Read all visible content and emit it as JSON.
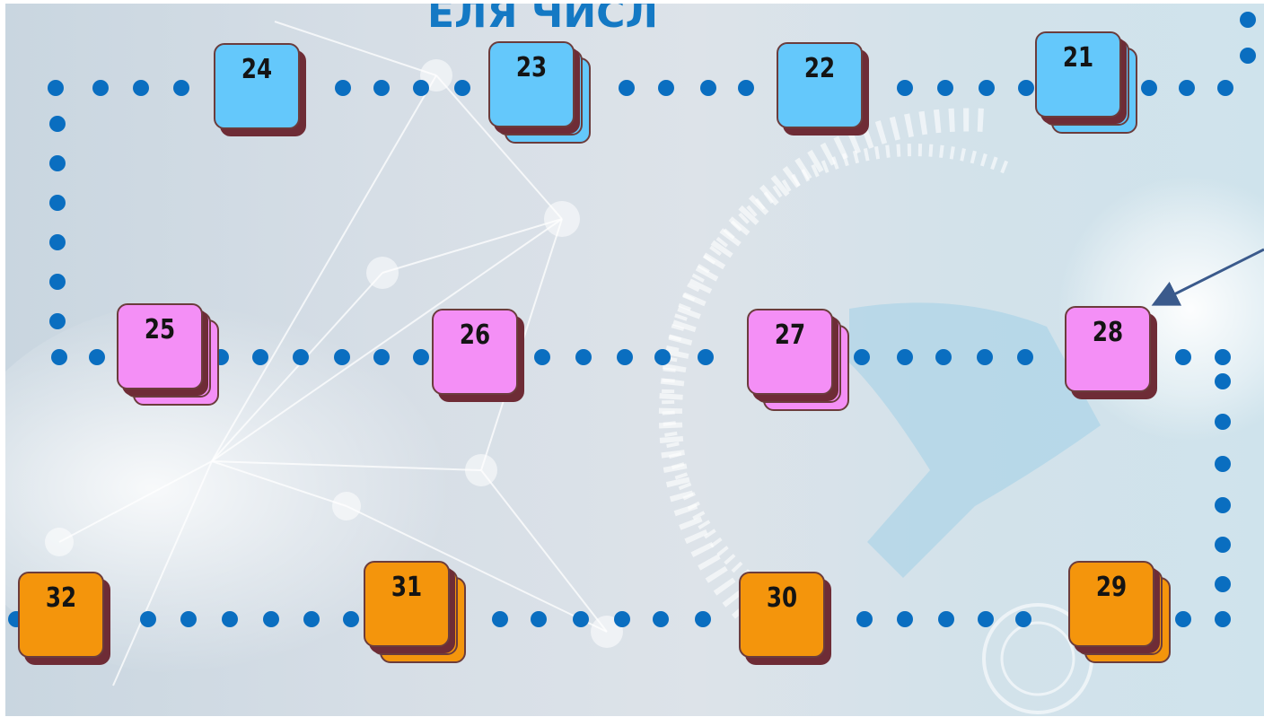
{
  "board": {
    "title_fragment": "ЕЛЯ ЧИСЛ",
    "colors": {
      "path_dots": "#0a6ec0",
      "row_top_tiles": "#64c8fb",
      "row_middle_tiles": "#f48ff6",
      "row_bottom_tiles": "#f4950c",
      "tile_shadow": "#6e2c36",
      "arrow": "#3a5a8c"
    },
    "tiles": [
      {
        "label": "21",
        "color": "blue",
        "stacked": true
      },
      {
        "label": "22",
        "color": "blue",
        "stacked": false
      },
      {
        "label": "23",
        "color": "blue",
        "stacked": true
      },
      {
        "label": "24",
        "color": "blue",
        "stacked": false
      },
      {
        "label": "25",
        "color": "pink",
        "stacked": true
      },
      {
        "label": "26",
        "color": "pink",
        "stacked": false
      },
      {
        "label": "27",
        "color": "pink",
        "stacked": true
      },
      {
        "label": "28",
        "color": "pink",
        "stacked": false
      },
      {
        "label": "29",
        "color": "orange",
        "stacked": true
      },
      {
        "label": "30",
        "color": "orange",
        "stacked": false
      },
      {
        "label": "31",
        "color": "orange",
        "stacked": true
      },
      {
        "label": "32",
        "color": "orange",
        "stacked": false
      }
    ],
    "pointer": {
      "target": "28",
      "icon": "arrow-icon"
    }
  }
}
